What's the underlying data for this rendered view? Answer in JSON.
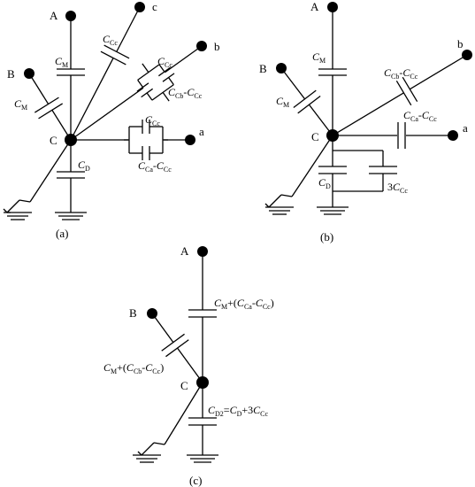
{
  "panels": [
    {
      "caption": "(a)"
    },
    {
      "caption": "(b)"
    },
    {
      "caption": "(c)"
    }
  ],
  "nodes": {
    "A": "A",
    "B": "B",
    "C": "C",
    "a": "a",
    "b": "b",
    "c": "c"
  },
  "sym": {
    "C": "C",
    "minus": "-",
    "plus": "+",
    "eq": "=",
    "lp": "(",
    "rp": ")",
    "three": "3"
  },
  "sub": {
    "M": "M",
    "D": "D",
    "D2": "D2",
    "Cc": "Cc",
    "Ca": "Ca",
    "Cb": "Cb"
  }
}
